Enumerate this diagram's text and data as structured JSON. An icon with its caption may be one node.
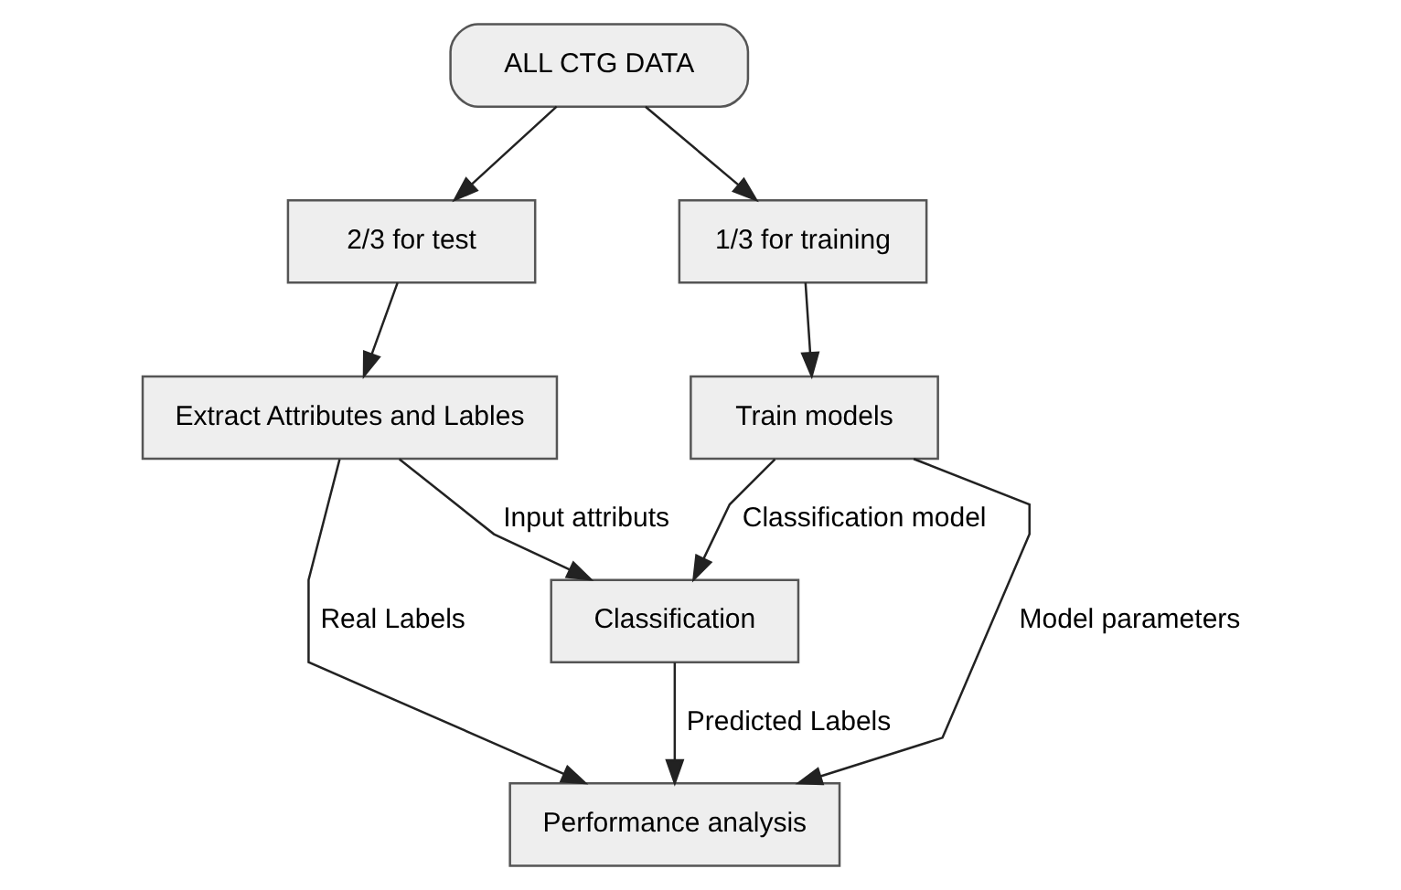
{
  "diagram": {
    "nodes": [
      {
        "text": [
          "ALL CTG DATA"
        ]
      },
      {
        "text": [
          "2/3 for test"
        ]
      },
      {
        "text": [
          "1/3 for training"
        ]
      },
      {
        "text": [
          "Extract Attributes and Lables"
        ]
      },
      {
        "text": [
          "Train models"
        ]
      },
      {
        "text": [
          "Classification"
        ]
      },
      {
        "text": [
          "Performance analysis"
        ]
      }
    ],
    "edges": [
      {
        "from": 0,
        "to": 1,
        "arrow": "to"
      },
      {
        "from": 0,
        "to": 2,
        "arrow": "to"
      },
      {
        "from": 1,
        "to": 3,
        "arrow": "to"
      },
      {
        "from": 2,
        "to": 4,
        "arrow": "to"
      },
      {
        "from": 3,
        "to": 5,
        "arrow": "to",
        "label": "Input attributs"
      },
      {
        "from": 4,
        "to": 5,
        "arrow": "to",
        "label": "Classification model"
      },
      {
        "from": 3,
        "to": 6,
        "arrow": "to",
        "label": "Real Labels"
      },
      {
        "from": 5,
        "to": 6,
        "arrow": "to",
        "label": "Predicted Labels"
      },
      {
        "from": 4,
        "to": 6,
        "arrow": "to",
        "label": "Model parameters"
      }
    ]
  }
}
